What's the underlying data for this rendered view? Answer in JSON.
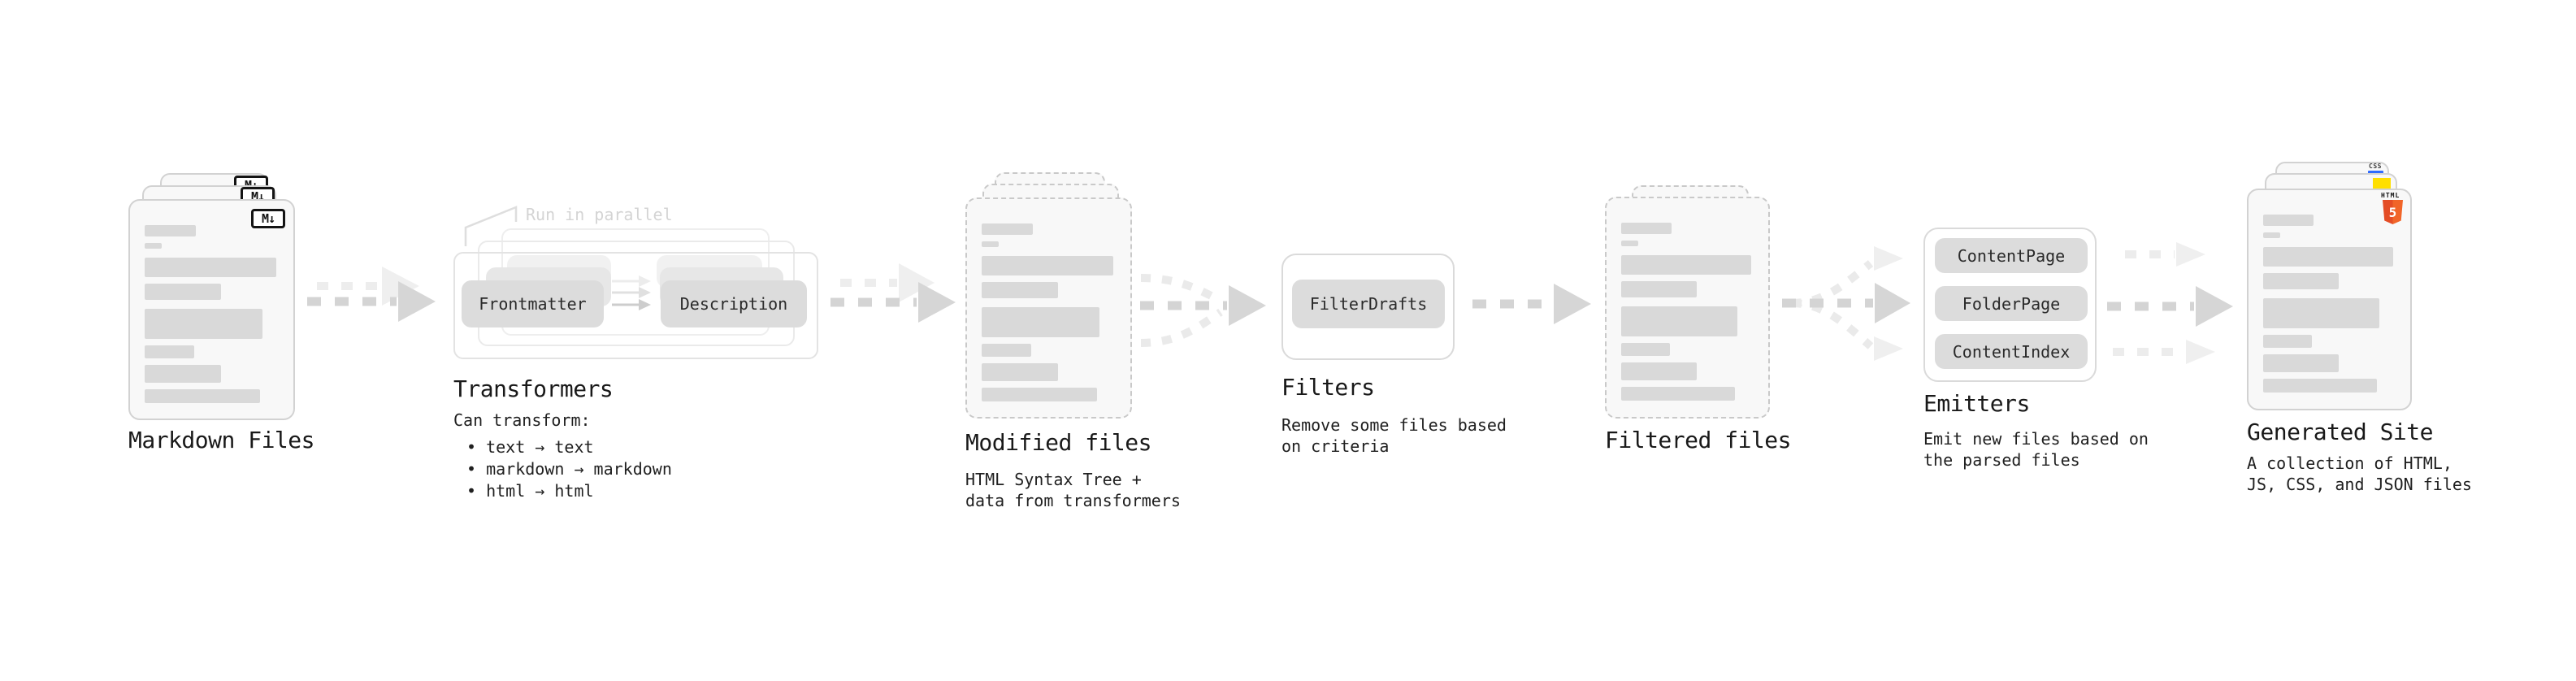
{
  "colors": {
    "accent_js_yellow": "#ffdf00",
    "accent_css_blue": "#2f6bff",
    "accent_html5_orange": "#e44d26",
    "arrow_gray": "#d4d4d4",
    "arrow_light_gray": "#ececec"
  },
  "pipeline": {
    "markdown_files": {
      "label": "Markdown Files",
      "icon_label": "M↓"
    },
    "transformers": {
      "label": "Transformers",
      "run_in_parallel": "Run in parallel",
      "pill_from": "Frontmatter",
      "pill_to": "Description",
      "description_title": "Can transform:",
      "bullets": [
        "• text → text",
        "• markdown → markdown",
        "• html → html"
      ]
    },
    "modified_files": {
      "label": "Modified files",
      "description": "HTML Syntax Tree +\ndata from transformers"
    },
    "filters": {
      "label": "Filters",
      "pill": "FilterDrafts",
      "description": "Remove some files based\non criteria"
    },
    "filtered_files": {
      "label": "Filtered files"
    },
    "emitters": {
      "label": "Emitters",
      "pills": [
        "ContentPage",
        "FolderPage",
        "ContentIndex"
      ],
      "description": "Emit new files based on\nthe parsed files"
    },
    "generated_site": {
      "label": "Generated Site",
      "description": "A collection of HTML,\nJS, CSS, and JSON files",
      "css_badge": "CSS",
      "html_badge": "HTML",
      "html5_numeral": "5"
    }
  }
}
